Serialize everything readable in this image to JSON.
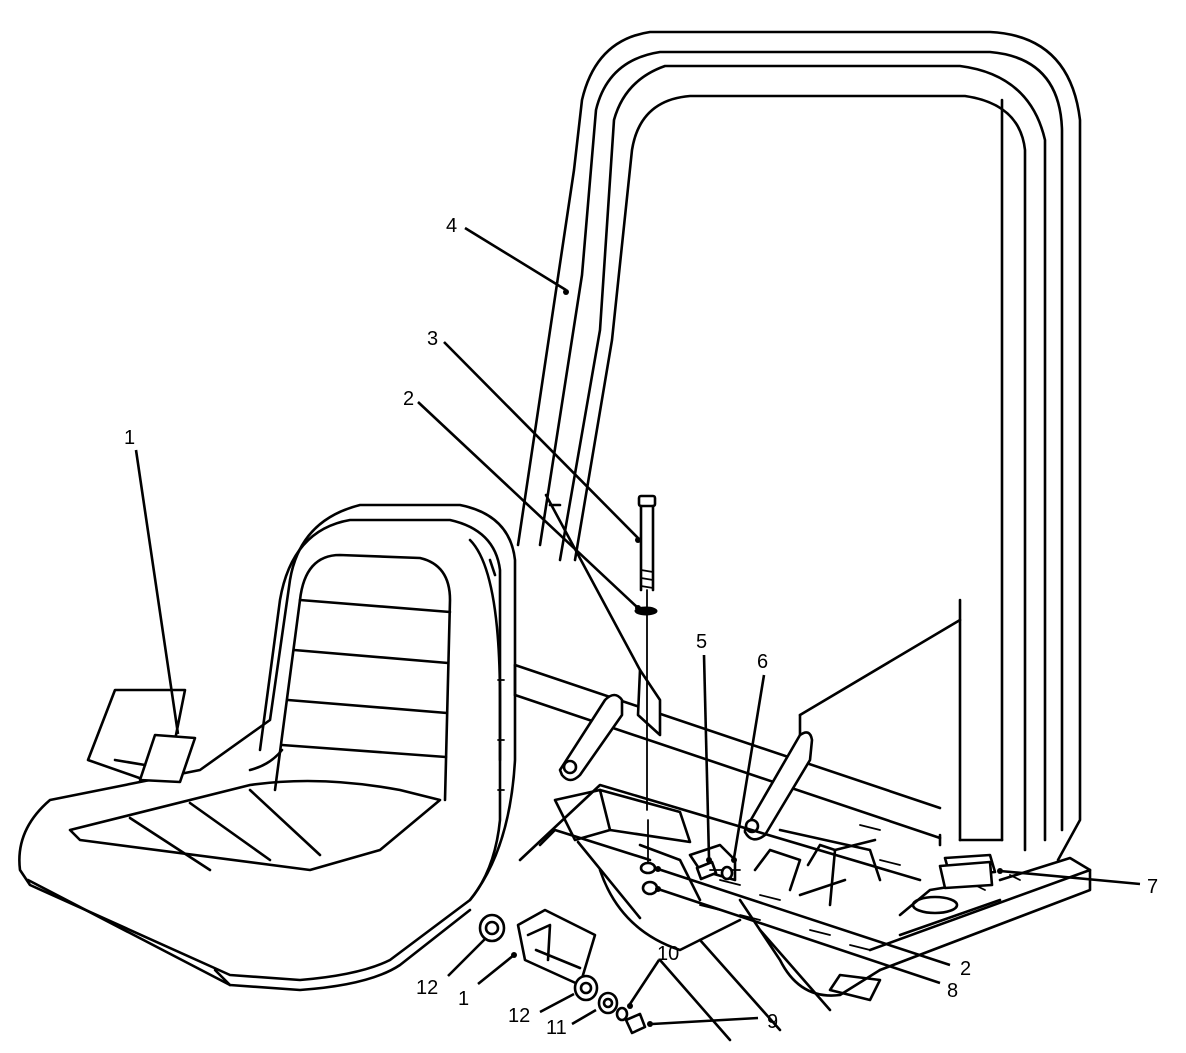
{
  "callouts": [
    {
      "id": "c1a",
      "label": "1"
    },
    {
      "id": "c1b",
      "label": "1"
    },
    {
      "id": "c2a",
      "label": "2"
    },
    {
      "id": "c2b",
      "label": "2"
    },
    {
      "id": "c3",
      "label": "3"
    },
    {
      "id": "c4",
      "label": "4"
    },
    {
      "id": "c5",
      "label": "5"
    },
    {
      "id": "c6",
      "label": "6"
    },
    {
      "id": "c7",
      "label": "7"
    },
    {
      "id": "c8",
      "label": "8"
    },
    {
      "id": "c9",
      "label": "9"
    },
    {
      "id": "c10",
      "label": "10"
    },
    {
      "id": "c11",
      "label": "11"
    },
    {
      "id": "c12a",
      "label": "12"
    },
    {
      "id": "c12b",
      "label": "12"
    }
  ]
}
